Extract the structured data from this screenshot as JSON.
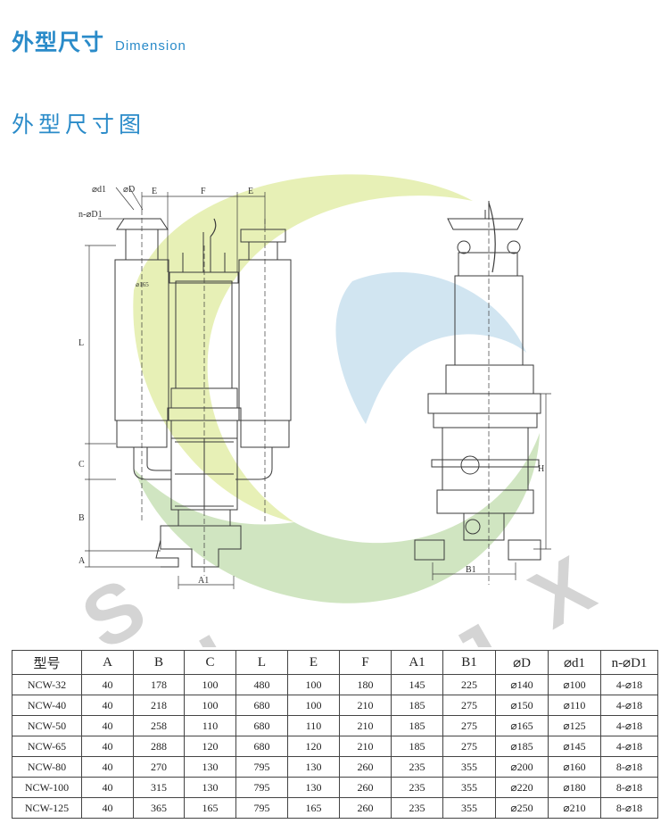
{
  "header": {
    "title_cn": "外型尺寸",
    "title_en": "Dimension"
  },
  "section": {
    "title": "外型尺寸图"
  },
  "drawing": {
    "labels": {
      "d1": "⌀d1",
      "D": "⌀D",
      "nD1": "n-⌀D1",
      "E": "E",
      "F": "F",
      "L": "L",
      "C": "C",
      "B": "B",
      "A": "A",
      "A1": "A1",
      "B1": "B1",
      "H": "H",
      "phi165": "⌀165"
    },
    "watermark_letters": [
      "S",
      "H",
      "E",
      "C",
      "J",
      "X"
    ],
    "colors": {
      "lime": "#d4e37a",
      "blue": "#b3d3e8",
      "green": "#a9cf8e",
      "line": "#3a3a3a",
      "accent": "#2a8bc9"
    }
  },
  "table": {
    "headers": [
      "型号",
      "A",
      "B",
      "C",
      "L",
      "E",
      "F",
      "A1",
      "B1",
      "⌀D",
      "⌀d1",
      "n-⌀D1"
    ],
    "rows": [
      [
        "NCW-32",
        "40",
        "178",
        "100",
        "480",
        "100",
        "180",
        "145",
        "225",
        "⌀140",
        "⌀100",
        "4-⌀18"
      ],
      [
        "NCW-40",
        "40",
        "218",
        "100",
        "680",
        "100",
        "210",
        "185",
        "275",
        "⌀150",
        "⌀110",
        "4-⌀18"
      ],
      [
        "NCW-50",
        "40",
        "258",
        "110",
        "680",
        "110",
        "210",
        "185",
        "275",
        "⌀165",
        "⌀125",
        "4-⌀18"
      ],
      [
        "NCW-65",
        "40",
        "288",
        "120",
        "680",
        "120",
        "210",
        "185",
        "275",
        "⌀185",
        "⌀145",
        "4-⌀18"
      ],
      [
        "NCW-80",
        "40",
        "270",
        "130",
        "795",
        "130",
        "260",
        "235",
        "355",
        "⌀200",
        "⌀160",
        "8-⌀18"
      ],
      [
        "NCW-100",
        "40",
        "315",
        "130",
        "795",
        "130",
        "260",
        "235",
        "355",
        "⌀220",
        "⌀180",
        "8-⌀18"
      ],
      [
        "NCW-125",
        "40",
        "365",
        "165",
        "795",
        "165",
        "260",
        "235",
        "355",
        "⌀250",
        "⌀210",
        "8-⌀18"
      ]
    ]
  }
}
